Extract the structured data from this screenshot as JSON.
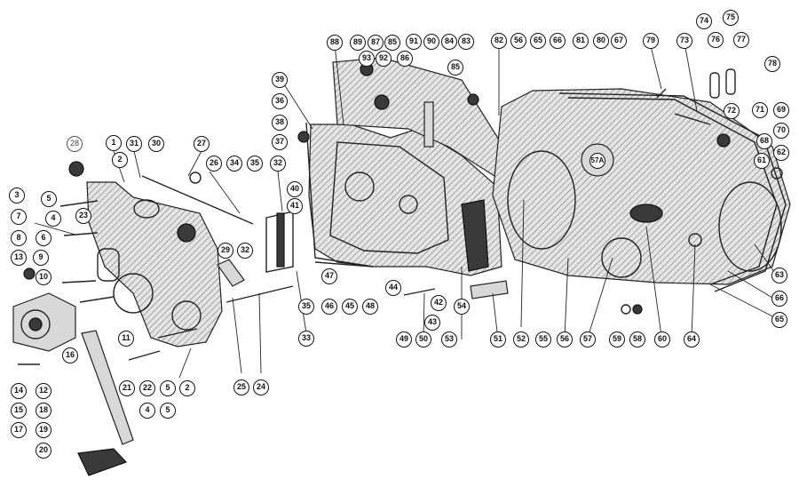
{
  "callouts": [
    {
      "label": "28",
      "style": "hollow"
    },
    {
      "label": "1"
    },
    {
      "label": "31"
    },
    {
      "label": "30"
    },
    {
      "label": "27"
    },
    {
      "label": "26"
    },
    {
      "label": "34"
    },
    {
      "label": "35"
    },
    {
      "label": "32"
    },
    {
      "label": "2"
    },
    {
      "label": "3"
    },
    {
      "label": "5"
    },
    {
      "label": "4"
    },
    {
      "label": "23"
    },
    {
      "label": "7"
    },
    {
      "label": "6"
    },
    {
      "label": "8"
    },
    {
      "label": "9"
    },
    {
      "label": "13"
    },
    {
      "label": "10"
    },
    {
      "label": "29"
    },
    {
      "label": "32"
    },
    {
      "label": "11"
    },
    {
      "label": "14"
    },
    {
      "label": "12"
    },
    {
      "label": "16"
    },
    {
      "label": "15"
    },
    {
      "label": "18"
    },
    {
      "label": "17"
    },
    {
      "label": "19"
    },
    {
      "label": "20"
    },
    {
      "label": "21"
    },
    {
      "label": "22"
    },
    {
      "label": "4"
    },
    {
      "label": "5"
    },
    {
      "label": "2"
    },
    {
      "label": "5"
    },
    {
      "label": "25"
    },
    {
      "label": "24"
    },
    {
      "label": "33"
    },
    {
      "label": "35"
    },
    {
      "label": "39"
    },
    {
      "label": "36"
    },
    {
      "label": "38"
    },
    {
      "label": "37"
    },
    {
      "label": "40"
    },
    {
      "label": "41"
    },
    {
      "label": "47"
    },
    {
      "label": "46"
    },
    {
      "label": "45"
    },
    {
      "label": "48"
    },
    {
      "label": "44"
    },
    {
      "label": "88"
    },
    {
      "label": "89"
    },
    {
      "label": "87"
    },
    {
      "label": "85"
    },
    {
      "label": "93"
    },
    {
      "label": "92"
    },
    {
      "label": "86"
    },
    {
      "label": "91"
    },
    {
      "label": "90"
    },
    {
      "label": "84"
    },
    {
      "label": "83"
    },
    {
      "label": "85"
    },
    {
      "label": "49"
    },
    {
      "label": "50"
    },
    {
      "label": "43"
    },
    {
      "label": "42"
    },
    {
      "label": "53"
    },
    {
      "label": "54"
    },
    {
      "label": "82"
    },
    {
      "label": "56"
    },
    {
      "label": "65"
    },
    {
      "label": "66"
    },
    {
      "label": "81"
    },
    {
      "label": "80"
    },
    {
      "label": "67"
    },
    {
      "label": "79"
    },
    {
      "label": "73"
    },
    {
      "label": "74"
    },
    {
      "label": "75"
    },
    {
      "label": "76"
    },
    {
      "label": "77"
    },
    {
      "label": "78"
    },
    {
      "label": "72"
    },
    {
      "label": "71"
    },
    {
      "label": "69"
    },
    {
      "label": "70"
    },
    {
      "label": "68"
    },
    {
      "label": "61"
    },
    {
      "label": "62"
    },
    {
      "label": "51"
    },
    {
      "label": "52"
    },
    {
      "label": "55"
    },
    {
      "label": "56"
    },
    {
      "label": "57"
    },
    {
      "label": "59"
    },
    {
      "label": "58"
    },
    {
      "label": "60"
    },
    {
      "label": "64"
    },
    {
      "label": "65"
    },
    {
      "label": "66"
    },
    {
      "label": "63"
    },
    {
      "label": "57A"
    }
  ]
}
